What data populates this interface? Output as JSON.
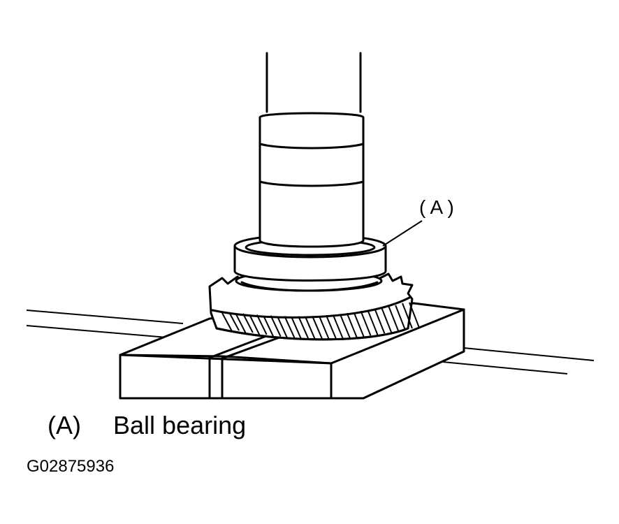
{
  "callout": {
    "label": "( A )"
  },
  "legend": [
    {
      "key": "(A)",
      "text": "Ball bearing"
    }
  ],
  "figure_id": "G02875936"
}
